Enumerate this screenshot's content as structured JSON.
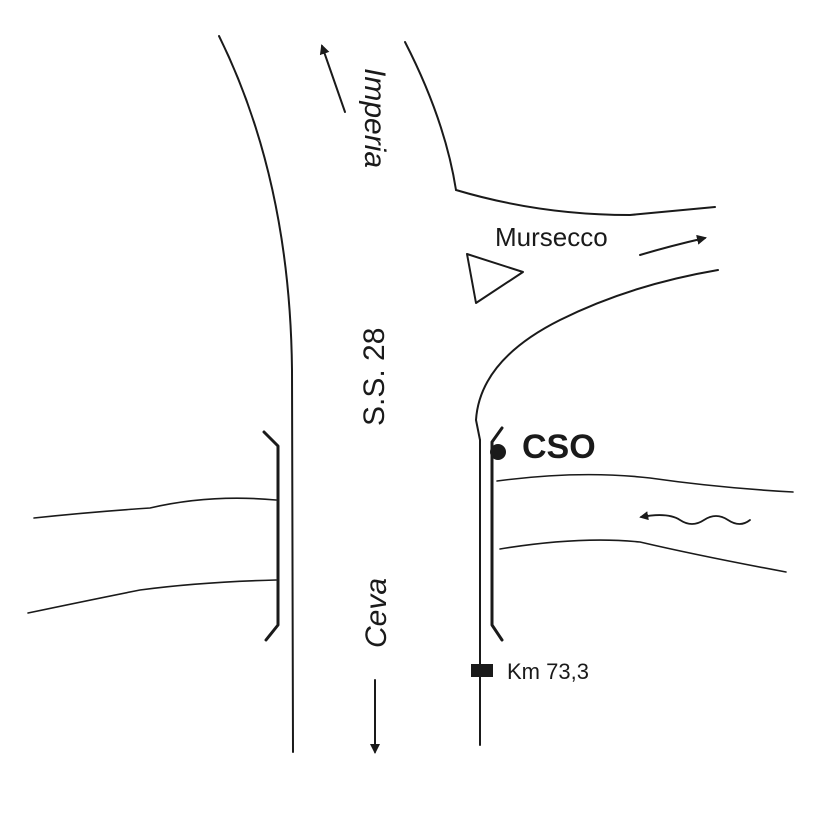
{
  "labels": {
    "road_name": "S.S. 28",
    "north_destination": "Imperia",
    "south_destination": "Ceva",
    "branch_destination": "Mursecco",
    "station": "CSO",
    "kilometre_marker": "Km 73,3"
  },
  "icons": {
    "station_marker": "filled-circle",
    "km_marker": "filled-rectangle",
    "flow_direction": "wavy-arrow-left",
    "traffic_islands": "triangle"
  },
  "colors": {
    "ink": "#1a1a1a",
    "background": "#ffffff"
  }
}
